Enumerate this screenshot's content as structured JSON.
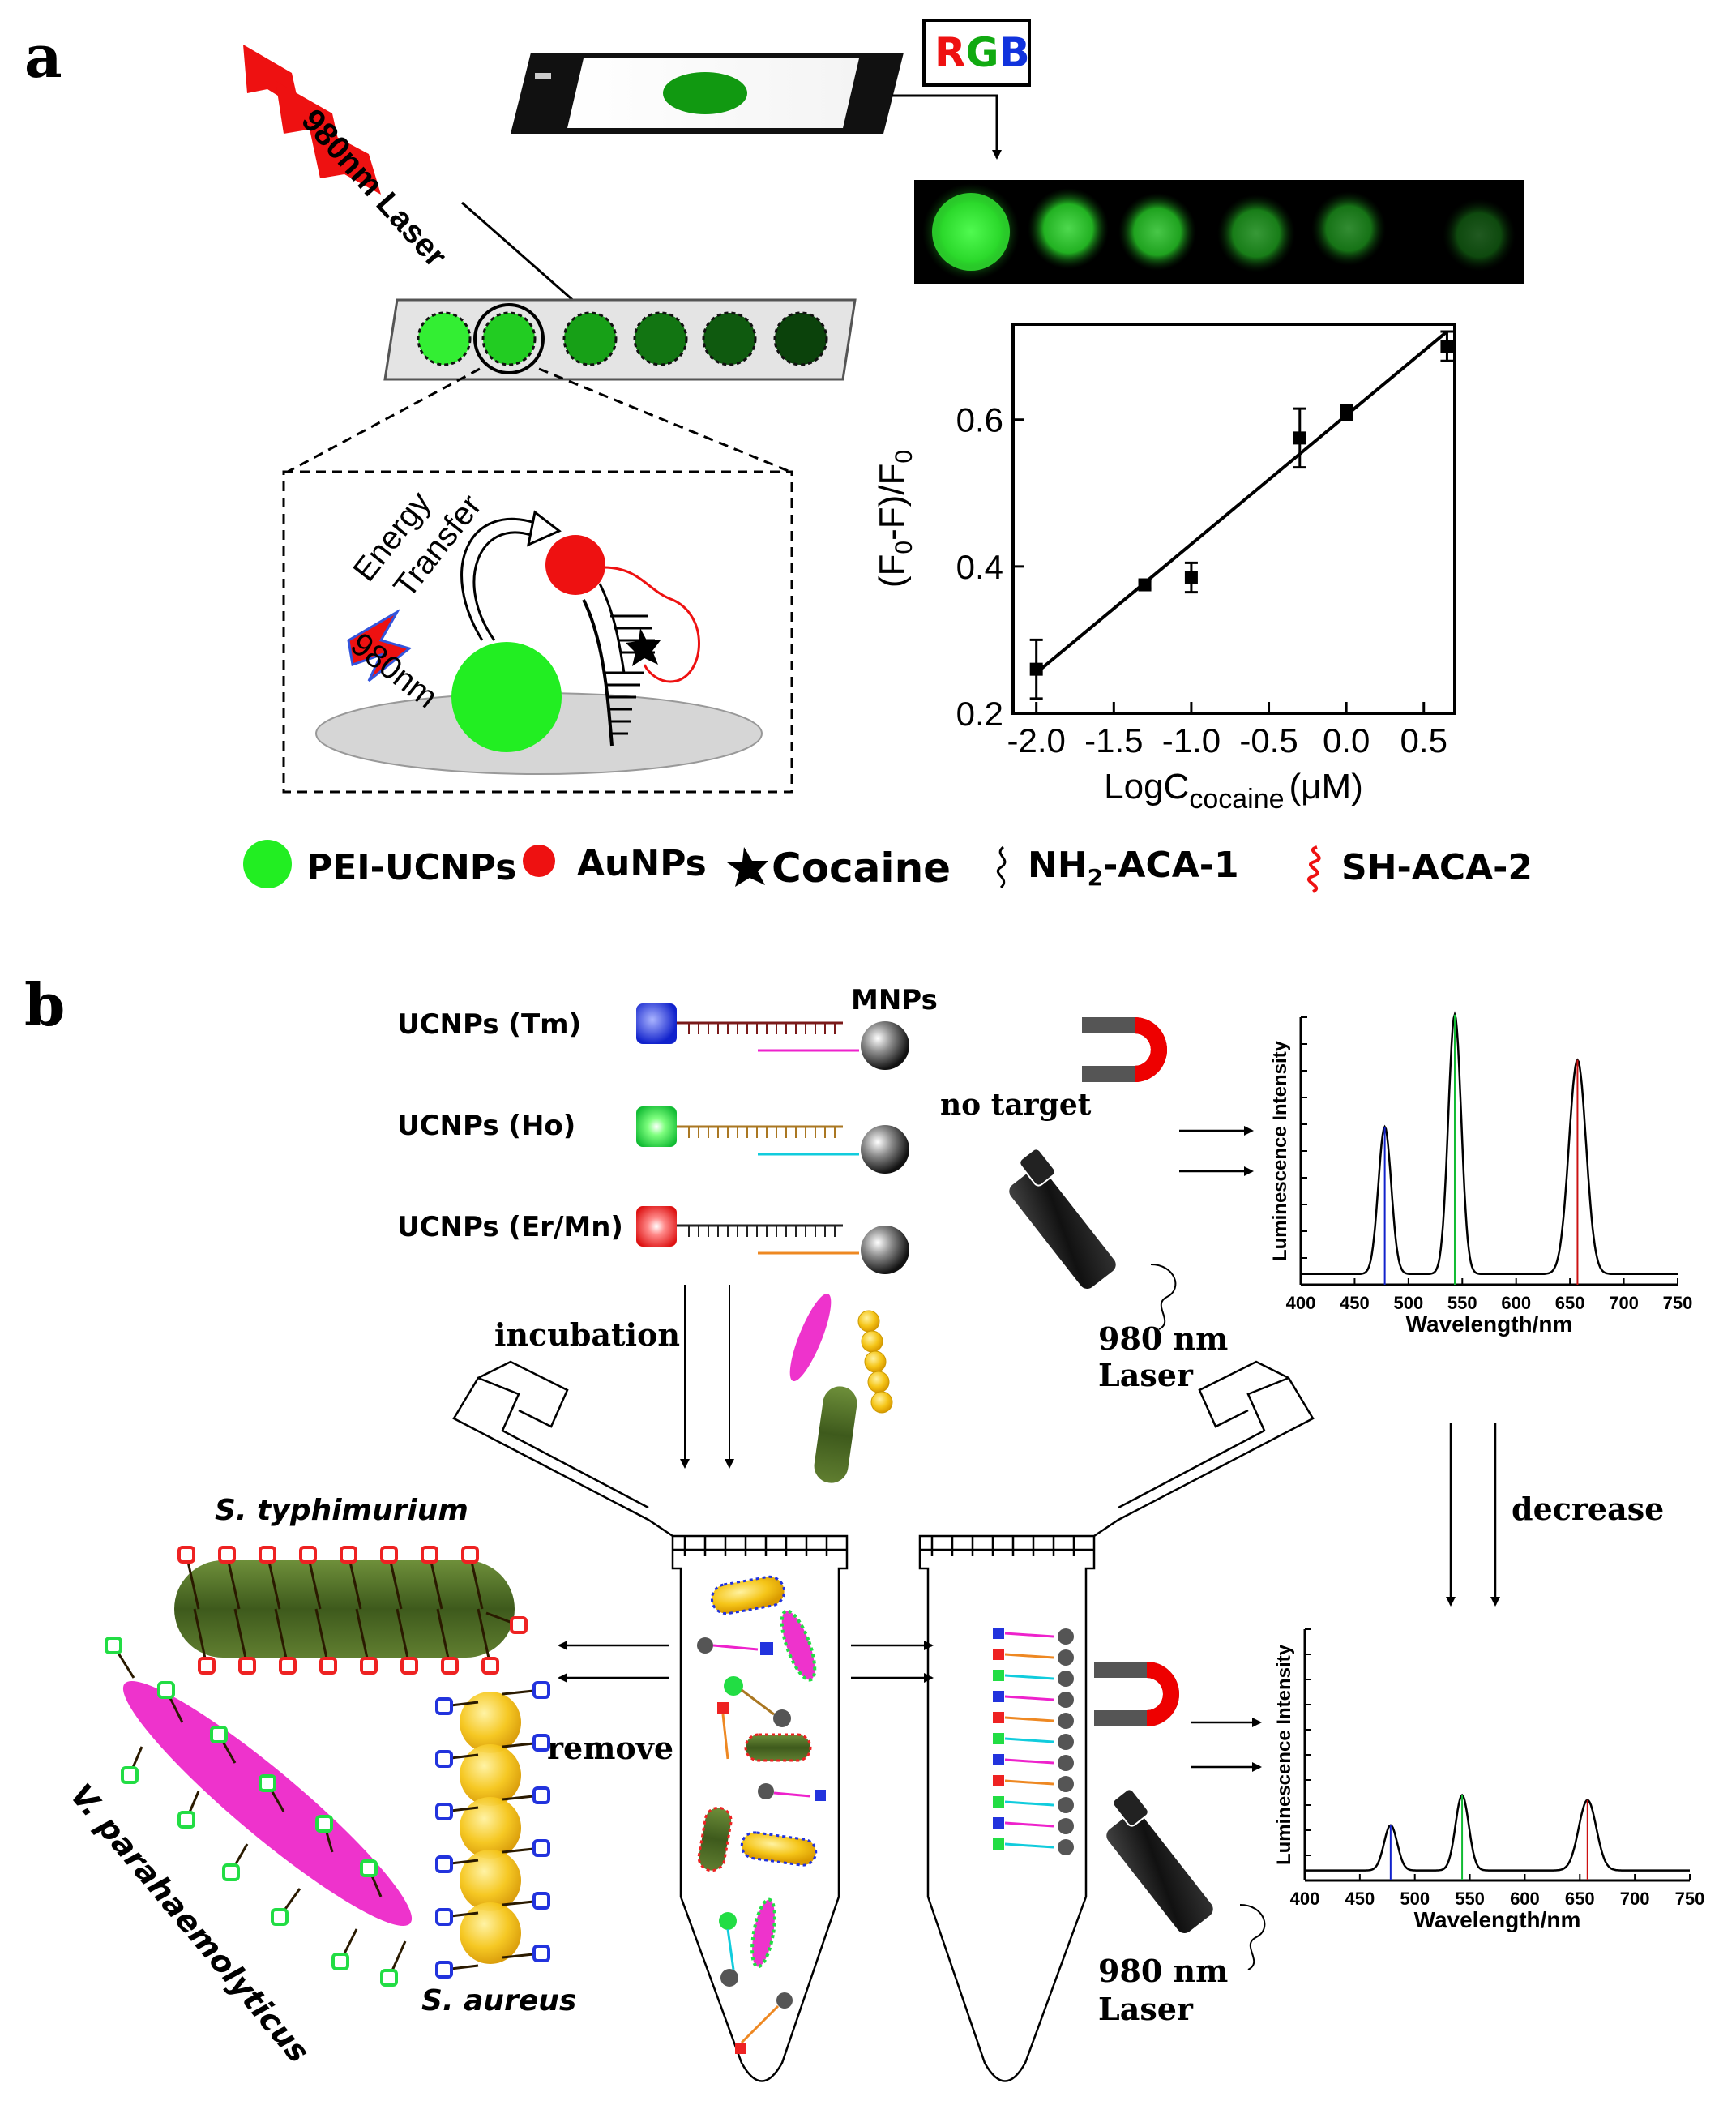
{
  "panel_a": {
    "label": "a",
    "laser_label": "980nm Laser",
    "rgb_letters": {
      "r": "R",
      "g": "G",
      "b": "B"
    },
    "energy_transfer_line1": "Energy",
    "energy_transfer_line2": "Transfer",
    "excitation_label": "980nm",
    "plot": {
      "y_title": "(F0-F)/F0",
      "x_title": "LogC",
      "x_title_sub": "cocaine",
      "x_title_unit": "(μM)",
      "x_ticks": [
        "-2.0",
        "-1.5",
        "-1.0",
        "-0.5",
        "0.0",
        "0.5"
      ],
      "y_ticks": [
        "0.2",
        "0.4",
        "0.6"
      ]
    },
    "legend": {
      "ucnp": "PEI-UCNPs",
      "aunp": "AuNPs",
      "cocaine": "Cocaine",
      "nh2_prefix": "NH",
      "nh2_sub": "2",
      "nh2_suffix": "-ACA-1",
      "sh": "SH-ACA-2"
    }
  },
  "chart_data": {
    "type": "scatter",
    "xlabel": "LogC cocaine (μM)",
    "ylabel": "(F0-F)/F0",
    "xlim": [
      -2.15,
      0.7
    ],
    "ylim": [
      0.2,
      0.73
    ],
    "x": [
      -2.0,
      -1.3,
      -1.0,
      -0.3,
      0.0,
      0.65
    ],
    "y": [
      0.26,
      0.375,
      0.385,
      0.575,
      0.61,
      0.7
    ],
    "yerr": [
      0.04,
      0.005,
      0.02,
      0.04,
      0.01,
      0.02
    ],
    "fit_line": {
      "x": [
        -2.0,
        0.65
      ],
      "y": [
        0.255,
        0.72
      ]
    }
  },
  "panel_b": {
    "label": "b",
    "probes": [
      "UCNPs (Tm)",
      "UCNPs (Ho)",
      "UCNPs (Er/Mn)"
    ],
    "mnps_label": "MNPs",
    "no_target": "no target",
    "incubation": "incubation",
    "remove": "remove",
    "decrease": "decrease",
    "laser_label_line1": "980 nm",
    "laser_label_line2": "Laser",
    "bacteria": {
      "s_typhimurium": "S. typhimurium",
      "v_parahaemolyticus": "V. parahaemolyticus",
      "s_aureus": "S. aureus"
    },
    "spectra": {
      "ylabel": "Luminescence Intensity",
      "xlabel": "Wavelength/nm",
      "x_ticks": [
        "400",
        "450",
        "500",
        "550",
        "600",
        "650",
        "700",
        "750"
      ],
      "peaks_nm": [
        478,
        543,
        657
      ],
      "top_heights": [
        0.55,
        0.97,
        0.8
      ],
      "bottom_heights": [
        0.18,
        0.3,
        0.28
      ]
    }
  },
  "colors": {
    "ucnp_green": "#22e022",
    "aunp_red": "#ee1111",
    "tm_blue": "#2233dd",
    "ho_green": "#22dd44",
    "er_red": "#ee2222",
    "magenta": "#ee33cc",
    "gold": "#f5c518",
    "olive": "#4f6b28",
    "magnet_red": "#ee0000"
  }
}
